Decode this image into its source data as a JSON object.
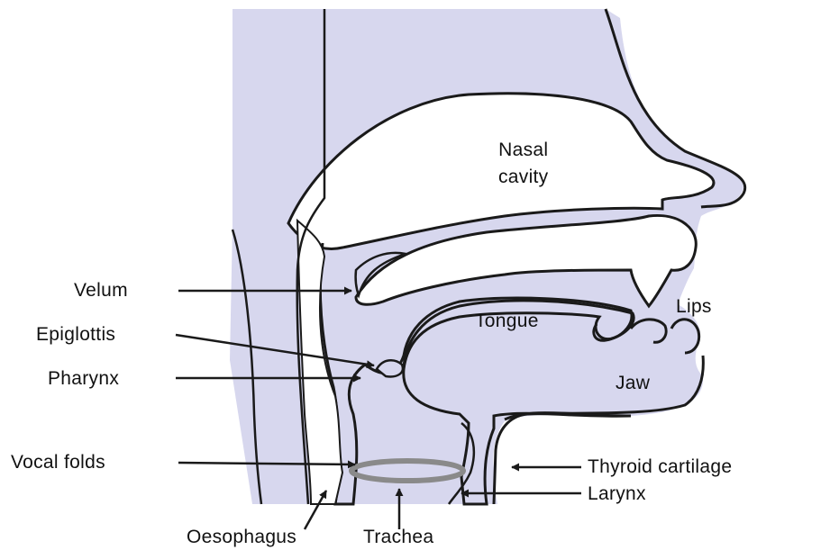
{
  "colors": {
    "tissue_fill": "#d7d7ee",
    "outline": "#1a1a1a",
    "vocal_fold_ring": "#8a8a8a",
    "background": "#ffffff"
  },
  "labels": {
    "nasal_cavity_line1": "Nasal",
    "nasal_cavity_line2": "cavity",
    "tongue": "Tongue",
    "lips": "Lips",
    "jaw": "Jaw",
    "velum": "Velum",
    "epiglottis": "Epiglottis",
    "pharynx": "Pharynx",
    "vocal_folds": "Vocal folds",
    "thyroid_cartilage": "Thyroid cartilage",
    "larynx": "Larynx",
    "oesophagus": "Oesophagus",
    "trachea": "Trachea"
  }
}
